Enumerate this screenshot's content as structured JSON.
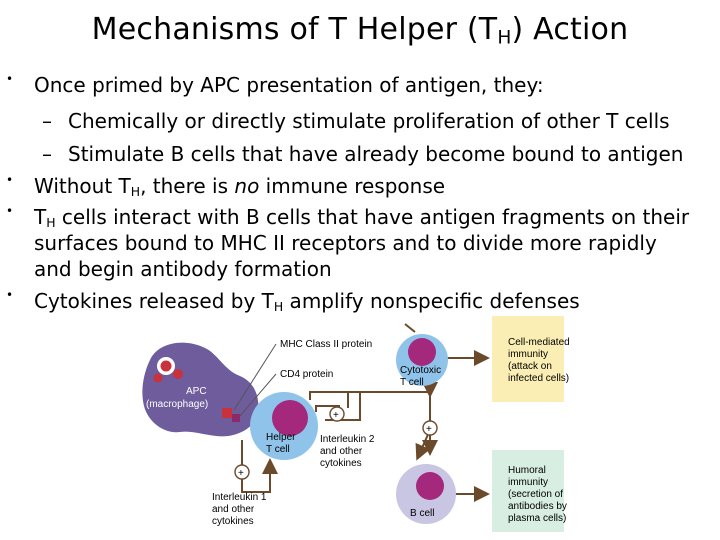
{
  "slide": {
    "title_pre": "Mechanisms of T Helper (T",
    "title_sub": "H",
    "title_post": ") Action"
  },
  "bullets": {
    "b1": "Once primed by APC presentation of antigen, they:",
    "b1_s1": "Chemically or directly stimulate proliferation of other T cells",
    "b1_s2": "Stimulate B cells that have already become bound to antigen",
    "b2_pre": "Without T",
    "b2_sub": "H",
    "b2_mid": ", there is ",
    "b2_em": "no",
    "b2_post": " immune response",
    "b3_pre": "T",
    "b3_sub": "H",
    "b3_l1": " cells interact with B cells that have antigen fragments on their",
    "b3_l2": "surfaces bound to MHC II receptors and to divide more rapidly",
    "b3_l3": "and begin antibody formation",
    "b4_pre": "Cytokines released by T",
    "b4_sub": "H",
    "b4_post": " amplify nonspecific defenses"
  },
  "diagram": {
    "apc_1": "APC",
    "apc_2": "(macrophage)",
    "mhc_label": "MHC Class II protein",
    "cd4_label": "CD4 protein",
    "helper_1": "Helper",
    "helper_2": "T cell",
    "cyto_1": "Cytotoxic",
    "cyto_2": "T cell",
    "bcell": "B cell",
    "il2_1": "Interleukin 2",
    "il2_2": "and other",
    "il2_3": "cytokines",
    "il1_1": "Interleukin 1",
    "il1_2": "and other",
    "il1_3": "cytokines",
    "plus": "+",
    "cell_med_1": "Cell-mediated",
    "cell_med_2": "immunity",
    "cell_med_3": "(attack on",
    "cell_med_4": "infected cells)",
    "humoral_1": "Humoral",
    "humoral_2": "immunity",
    "humoral_3": "(secretion of",
    "humoral_4": "antibodies by",
    "humoral_5": "plasma cells)"
  },
  "colors": {
    "apc": "#6e5c9c",
    "helper": "#8fc3ea",
    "cyto": "#8fc3ea",
    "bcell": "#c9c6e4",
    "nucleus": "#a4287c",
    "arrow": "#6b4a2c",
    "cell_med_box": "#fbeeb4",
    "humoral_box": "#d8eee2"
  }
}
